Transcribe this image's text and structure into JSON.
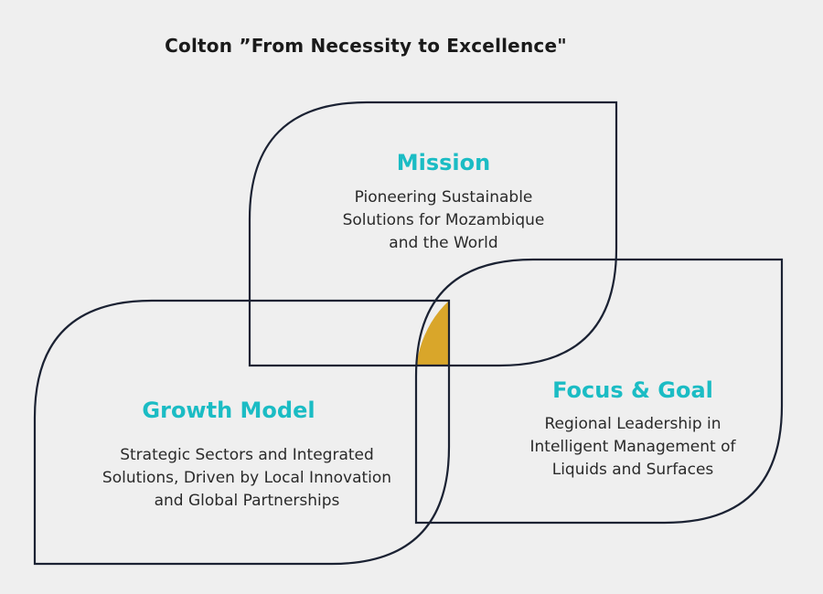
{
  "title": "Colton ”From Necessity to Excellence\"",
  "colors": {
    "background": "#efefef",
    "outline": "#1b2233",
    "heading": "#1bbcc4",
    "intersection": "#d9a62a"
  },
  "petals": {
    "mission": {
      "heading": "Mission",
      "lines": [
        "Pioneering Sustainable",
        "Solutions for Mozambique",
        "and the World"
      ]
    },
    "focus_goal": {
      "heading": "Focus & Goal",
      "lines": [
        "Regional Leadership in",
        "Intelligent Management of",
        "Liquids and Surfaces"
      ]
    },
    "growth_model": {
      "heading": "Growth Model",
      "lines": [
        "Strategic Sectors and Integrated",
        "Solutions, Driven by Local Innovation",
        "and Global Partnerships"
      ]
    }
  }
}
